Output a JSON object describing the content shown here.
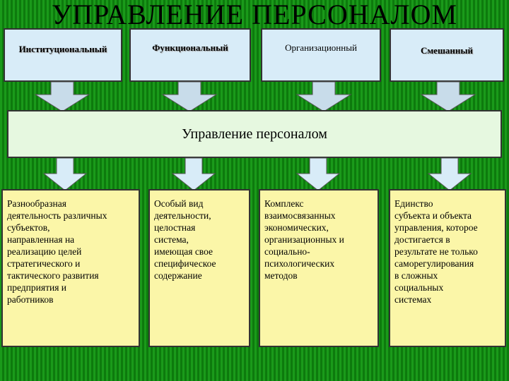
{
  "title": "УПРАВЛЕНИЕ ПЕРСОНАЛОМ",
  "top_boxes": [
    {
      "label": "Институциональный"
    },
    {
      "label": "Функциональный"
    },
    {
      "label": "Организационный"
    },
    {
      "label": "Смешанный"
    }
  ],
  "center": {
    "label": "Управление персоналом"
  },
  "bottom_boxes": [
    {
      "text": "     Разнообразная\nдеятельность различных\nсубъектов,\nнаправленная на\nреализацию целей\nстратегического и\nтактического развития\nпредприятия и\nработников"
    },
    {
      "text": "     Особый вид\nдеятельности,\nцелостная\nсистема,\nимеющая свое\nспецифическое\nсодержание"
    },
    {
      "text": "        Комплекс\nвзаимосвязанных\nэкономических,\nорганизационных и\nсоциально-\nпсихологических\nметодов"
    },
    {
      "text": "          Единство\nсубъекта и объекта\nуправления, которое\nдостигается в\nрезультате не только\nсаморегулирования\nв сложных\nсоциальных\nсистемах"
    }
  ],
  "colors": {
    "background": "#1a9a1a",
    "top_box": "#d8ecf8",
    "center_box": "#e6f8e0",
    "bottom_box": "#fbf6a8",
    "arrow_top": "#c8dcea",
    "arrow_bottom": "#d8ecf8"
  }
}
